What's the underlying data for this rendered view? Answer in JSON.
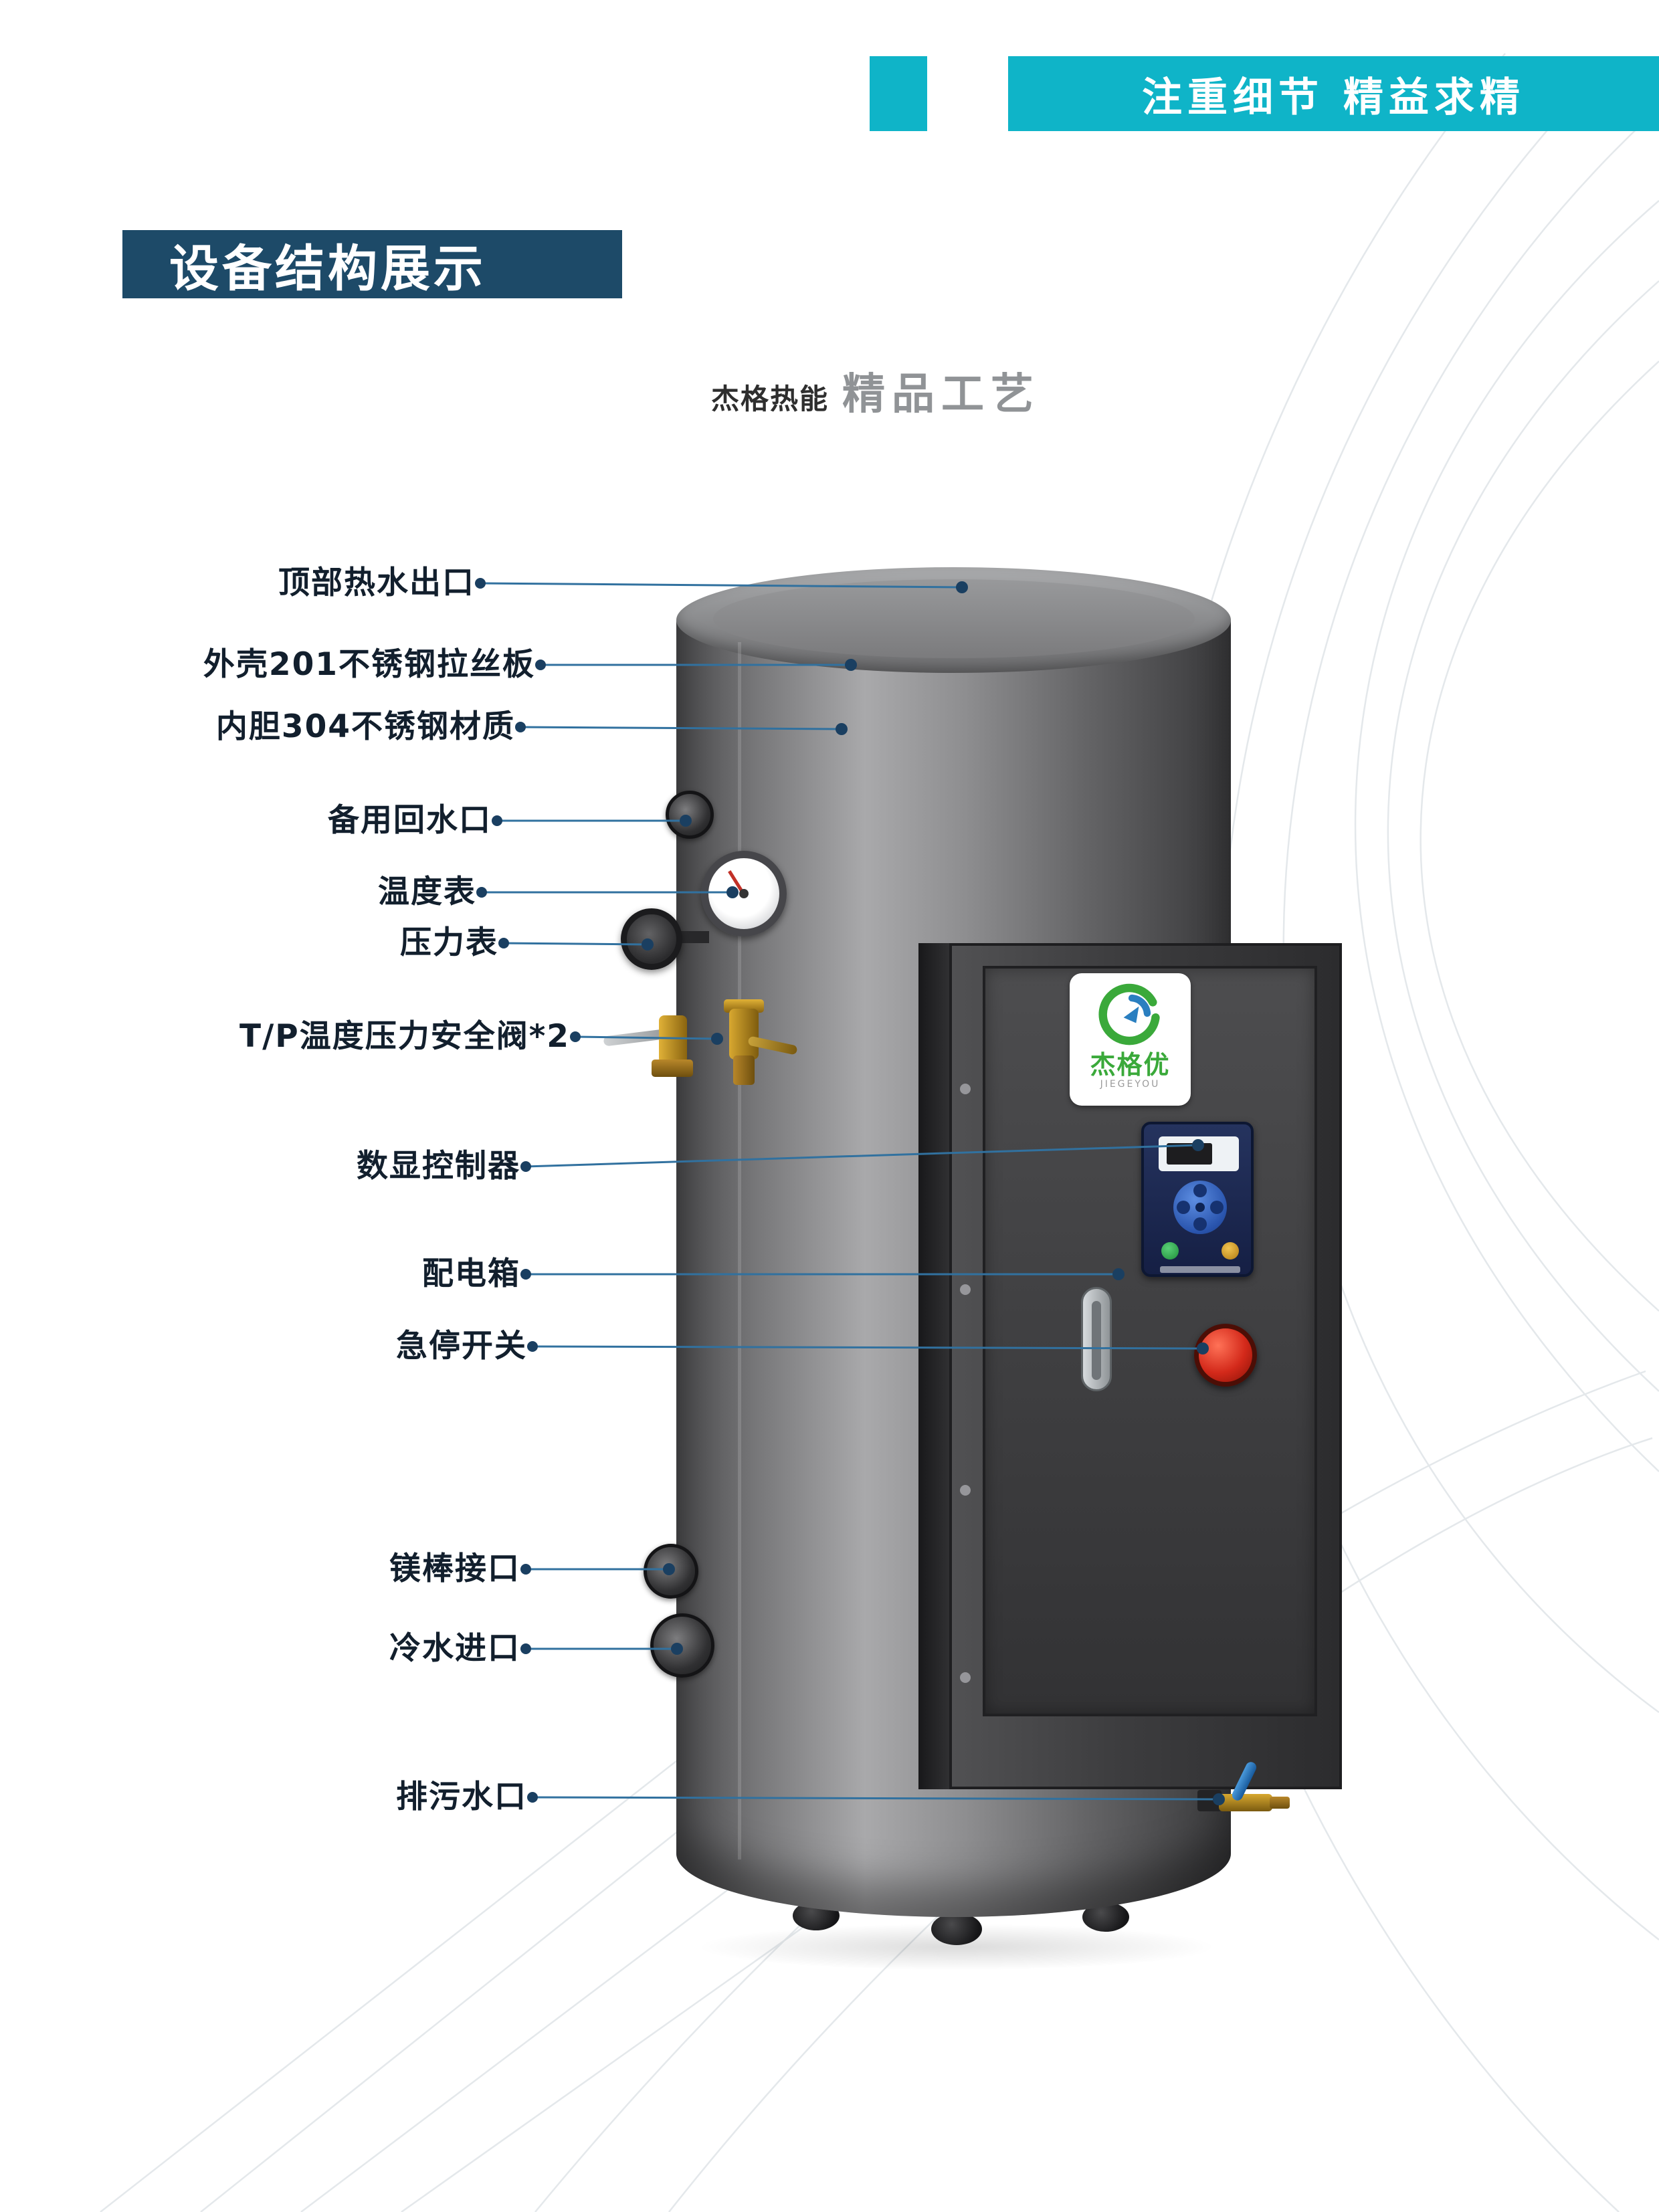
{
  "header": {
    "banner_text": "注重细节 精益求精"
  },
  "section_title": "设备结构展示",
  "brand": {
    "name": "杰格热能",
    "tagline": "精品工艺"
  },
  "device": {
    "logo_name": "杰格优",
    "logo_sub": "JIEGEYOU"
  },
  "colors": {
    "accent_teal": "#0fb4c8",
    "title_navy": "#1d4a68",
    "leader_blue": "#31719f",
    "leader_dot": "#1a3f61",
    "logo_green": "#3aa93a",
    "estop_red": "#d3291a"
  },
  "labels": [
    {
      "text": "顶部热水出口"
    },
    {
      "text": "外壳201不锈钢拉丝板"
    },
    {
      "text": "内胆304不锈钢材质"
    },
    {
      "text": "备用回水口"
    },
    {
      "text": "温度表"
    },
    {
      "text": "压力表"
    },
    {
      "text": "T/P温度压力安全阀*2"
    },
    {
      "text": "数显控制器"
    },
    {
      "text": "配电箱"
    },
    {
      "text": "急停开关"
    },
    {
      "text": "镁棒接口"
    },
    {
      "text": "冷水进口"
    },
    {
      "text": "排污水口"
    }
  ]
}
